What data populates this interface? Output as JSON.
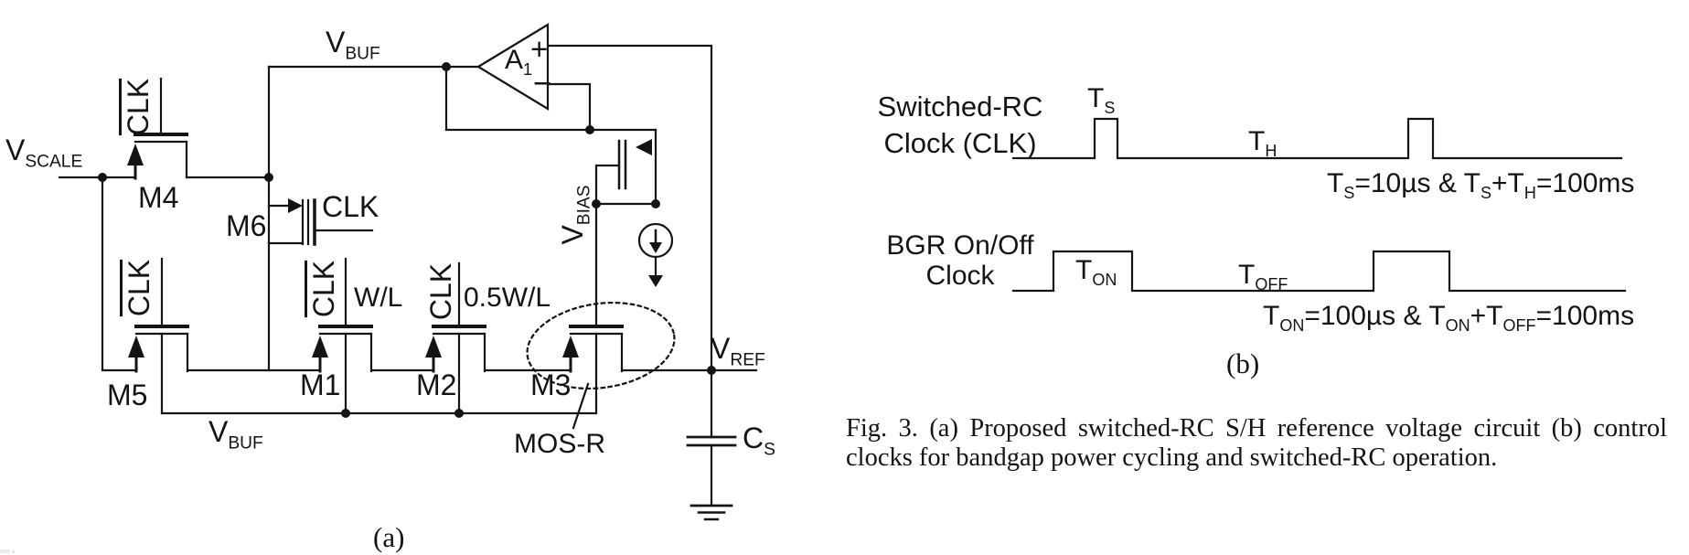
{
  "colors": {
    "ink": "#141414",
    "background": "#ffffff"
  },
  "figure": {
    "panel_a": {
      "panel_label": "(a)",
      "nets": {
        "v_scale": [
          {
            "t": "V"
          },
          {
            "s": "SCALE"
          }
        ],
        "v_buf_top": [
          {
            "t": "V"
          },
          {
            "s": "BUF"
          }
        ],
        "v_buf_bottom": [
          {
            "t": "V"
          },
          {
            "s": "BUF"
          }
        ],
        "v_bias": [
          {
            "t": "V"
          },
          {
            "s": "BIAS"
          }
        ],
        "v_ref": [
          {
            "t": "V"
          },
          {
            "s": "REF"
          }
        ],
        "cap_cs": [
          {
            "t": "C"
          },
          {
            "s": "S"
          }
        ]
      },
      "gates": {
        "m4_clock": [
          {
            "t": "CLK",
            "o": true
          }
        ],
        "m5_clock": [
          {
            "t": "CLK",
            "o": true
          }
        ],
        "m1_clock": [
          {
            "t": "CLK",
            "o": true
          }
        ],
        "m2_clock": [
          {
            "t": "CLK"
          }
        ],
        "m6_clock": "CLK"
      },
      "devices": {
        "m1": "M1",
        "m2": "M2",
        "m3": "M3",
        "m4": "M4",
        "m5": "M5",
        "m6": "M6",
        "amp": [
          {
            "t": "A"
          },
          {
            "s": "1"
          }
        ],
        "amp_plus": "+",
        "amp_minus": "−"
      },
      "annotations": {
        "m1_size": "W/L",
        "m2_size": "0.5W/L",
        "mos_r": "MOS-R"
      }
    },
    "panel_b": {
      "panel_label": "(b)",
      "clk_row": {
        "title_line1": "Switched-RC",
        "title_line2": "Clock (CLK)",
        "pulse_label": [
          {
            "t": "T"
          },
          {
            "s": "S"
          }
        ],
        "hold_label": [
          {
            "t": "T"
          },
          {
            "s": "H"
          }
        ],
        "equation": [
          {
            "t": "T"
          },
          {
            "s": "S"
          },
          {
            "t": "=10µs & T"
          },
          {
            "s": "S"
          },
          {
            "t": "+T"
          },
          {
            "s": "H"
          },
          {
            "t": "=100ms"
          }
        ]
      },
      "bgr_row": {
        "title_line1": "BGR On/Off",
        "title_line2": "Clock",
        "on_label": [
          {
            "t": "T"
          },
          {
            "s": "ON"
          }
        ],
        "off_label": [
          {
            "t": "T"
          },
          {
            "s": "OFF"
          }
        ],
        "equation": [
          {
            "t": "T"
          },
          {
            "s": "ON"
          },
          {
            "t": "=100µs & T"
          },
          {
            "s": "ON"
          },
          {
            "t": "+T"
          },
          {
            "s": "OFF"
          },
          {
            "t": "=100ms"
          }
        ]
      }
    },
    "caption": {
      "line1": "Fig. 3.  (a) Proposed switched-RC S/H reference voltage circuit (b) control",
      "line2": "clocks for bandgap power cycling and switched-RC operation."
    }
  }
}
